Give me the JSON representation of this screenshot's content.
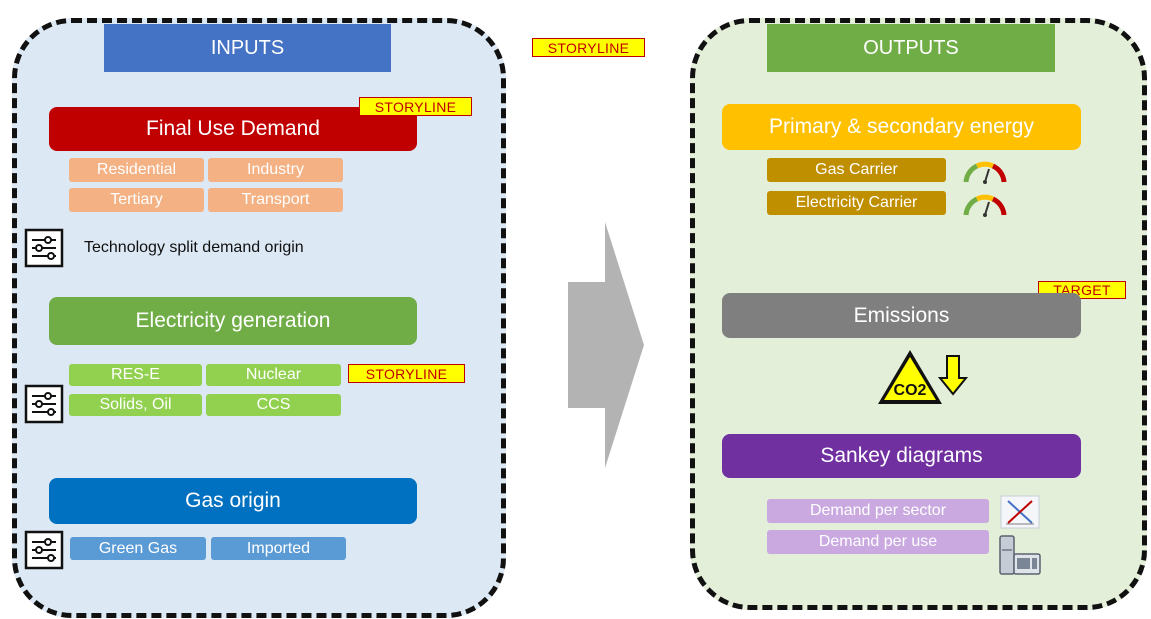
{
  "inputs": {
    "header": "INPUTS",
    "final_use": {
      "title": "Final Use Demand",
      "storyline": "STORYLINE",
      "chips": [
        "Residential",
        "Industry",
        "Tertiary",
        "Transport"
      ]
    },
    "tech_split_label": "Technology split demand origin",
    "electricity": {
      "title": "Electricity generation",
      "storyline": "STORYLINE",
      "chips": [
        "RES-E",
        "Nuclear",
        "Solids, Oil",
        "CCS"
      ]
    },
    "gas": {
      "title": "Gas origin",
      "chips": [
        "Green Gas",
        "Imported"
      ]
    }
  },
  "center_storyline": "STORYLINE",
  "outputs": {
    "header": "OUTPUTS",
    "primary": {
      "title": "Primary & secondary energy",
      "chips": [
        "Gas Carrier",
        "Electricity Carrier"
      ]
    },
    "emissions": {
      "title": "Emissions",
      "target": "TARGET",
      "co2_label": "CO2"
    },
    "sankey": {
      "title": "Sankey diagrams",
      "chips": [
        "Demand per sector",
        "Demand per use"
      ]
    }
  },
  "colors": {
    "inputs_header": "#4472c4",
    "outputs_header": "#70ad47",
    "final_use": "#c00000",
    "demand_chip": "#f4b183",
    "electricity": "#70ad47",
    "electricity_chip": "#92d050",
    "gas": "#0070c0",
    "gas_chip": "#5b9bd5",
    "primary": "#ffc000",
    "carrier_chip": "#bf8f00",
    "emissions": "#7f7f7f",
    "sankey": "#7030a0",
    "sankey_chip": "#c9a9e0",
    "tag_bg": "#ffff00",
    "tag_border": "#c00000"
  },
  "icons": [
    "sliders-icon",
    "gauge-icon",
    "co2-warning-icon",
    "down-arrow-icon",
    "sankey-chart-icon",
    "appliances-icon",
    "right-arrow-icon"
  ]
}
